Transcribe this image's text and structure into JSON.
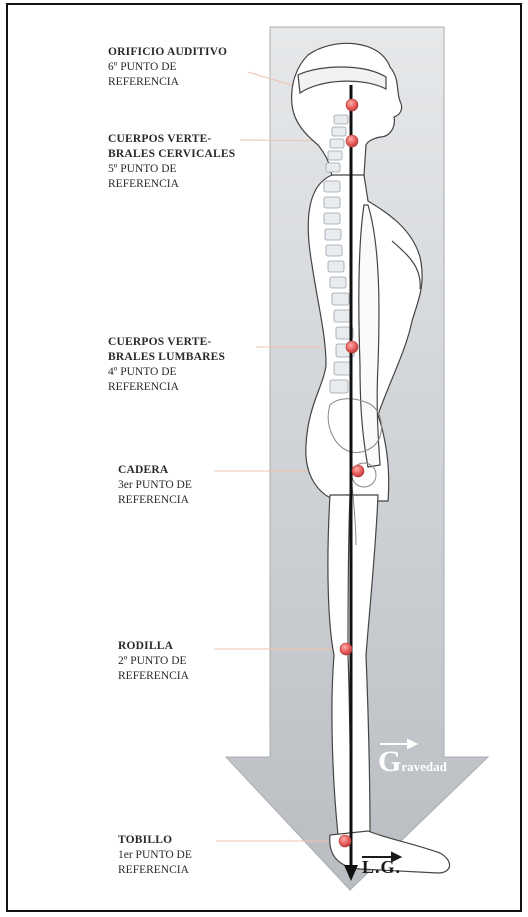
{
  "labels": [
    {
      "title": "ORIFICIO AUDITIVO",
      "sub": "6º PUNTO DE\n   REFERENCIA"
    },
    {
      "title": "CUERPOS VERTE-\nBRALES CERVICALES",
      "sub": "5º PUNTO DE\n   REFERENCIA"
    },
    {
      "title": "CUERPOS VERTE-\nBRALES LUMBARES",
      "sub": "4º PUNTO DE\n   REFERENCIA"
    },
    {
      "title": "CADERA",
      "sub": "3er PUNTO DE\n   REFERENCIA"
    },
    {
      "title": "RODILLA",
      "sub": "2º PUNTO DE\n   REFERENCIA"
    },
    {
      "title": "TOBILLO",
      "sub": "1er PUNTO DE\n   REFERENCIA"
    }
  ],
  "gravity": {
    "initial": "G",
    "rest": "ravedad"
  },
  "line_label": "L.G.",
  "colors": {
    "arrow_fill": "#c9ccd0",
    "point": "#e45a5a",
    "leader": "#e8b8a0",
    "line": "#111111"
  }
}
